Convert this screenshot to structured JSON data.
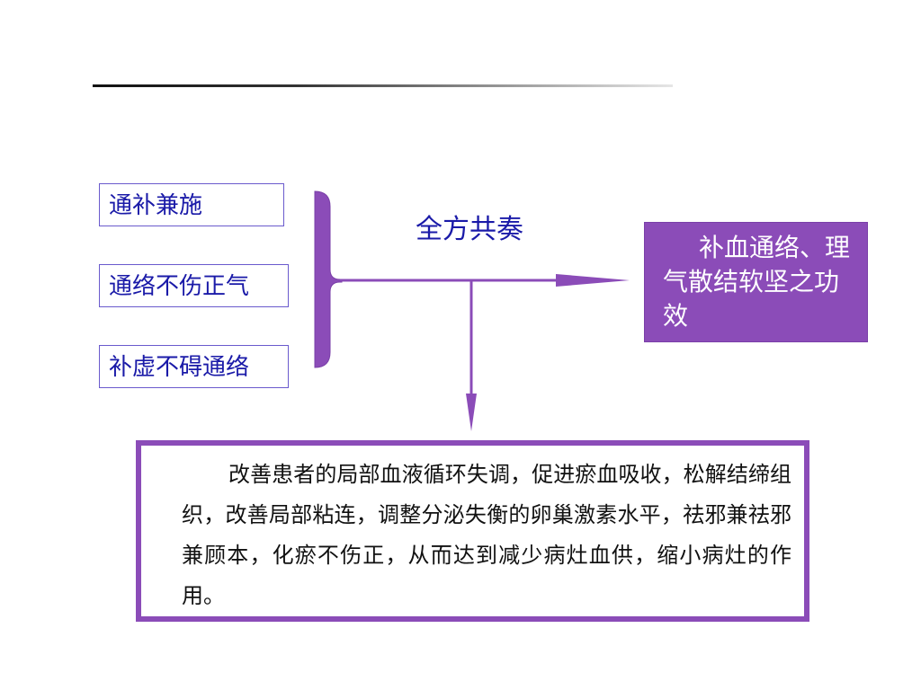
{
  "principles": [
    "通补兼施",
    "通络不伤正气",
    "补虚不碍通络"
  ],
  "center_label": "全方共奏",
  "effect_text": "补血通络、理气散结软坚之功效",
  "outcome_text": "改善患者的局部血液循环失调，促进瘀血吸收，松解结缔组织，改善局部粘连，调整分泌失衡的卵巢激素水平，祛邪兼祛邪兼顾本，化瘀不伤正，从而达到减少病灶血供，缩小病灶的作用。",
  "colors": {
    "accent": "#8b4cb8",
    "text_blue": "#1a1aa8",
    "box_border": "#6a5acd"
  }
}
